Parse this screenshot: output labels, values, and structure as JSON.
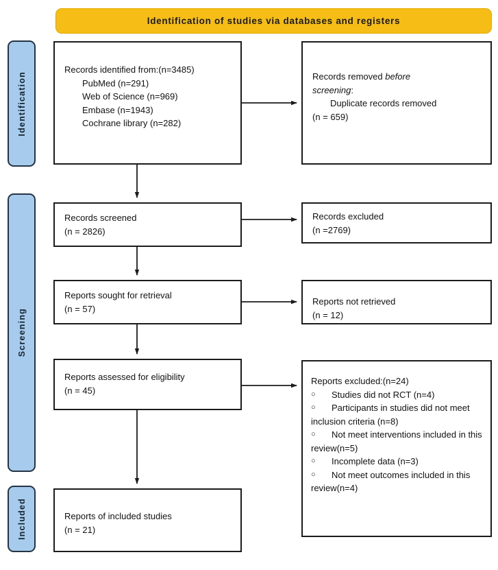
{
  "banner": {
    "title": "Identification of studies via databases and registers"
  },
  "phases": [
    {
      "id": "identification",
      "label": "Identification"
    },
    {
      "id": "screening",
      "label": "Screening"
    },
    {
      "id": "included",
      "label": "Included"
    }
  ],
  "colors": {
    "banner_fill": "#F5BD15",
    "phase_fill": "#A6CBEC",
    "phase_border": "#253444",
    "box_border": "#1B1B1B",
    "text": "#111111"
  },
  "boxes": {
    "identified": {
      "heading": "Records identified from:(n=3485)",
      "sources": [
        "PubMed (n=291)",
        "Web of Science (n=969)",
        "Embase (n=1943)",
        "Cochrane library (n=282)"
      ]
    },
    "removed": {
      "line1_lead": "Records removed ",
      "line1_italic": "before",
      "line2_italic": "screening",
      "line2_tail": ":",
      "detail": "Duplicate records removed",
      "count": "(n = 659)"
    },
    "screened": {
      "label": "Records screened",
      "count": "(n = 2826)"
    },
    "excluded": {
      "label": "Records excluded",
      "count": "(n =2769)"
    },
    "sought": {
      "label": "Reports sought for retrieval",
      "count": "(n = 57)"
    },
    "not_retrieved": {
      "label": "Reports not retrieved",
      "count": "(n = 12)"
    },
    "eligibility": {
      "label": "Reports assessed for eligibility",
      "count": "(n = 45)"
    },
    "reports_excluded": {
      "heading": "Reports excluded:(n=24)",
      "bullet_glyph": "○",
      "items": [
        "Studies did not RCT (n=4)",
        "Participants in studies did not meet inclusion criteria (n=8)",
        "Not meet  interventions included in this review(n=5)",
        "Incomplete data (n=3)",
        "Not meet  outcomes included in this review(n=4)"
      ]
    },
    "included": {
      "label": "Reports of included studies",
      "count": "(n = 21)"
    }
  }
}
